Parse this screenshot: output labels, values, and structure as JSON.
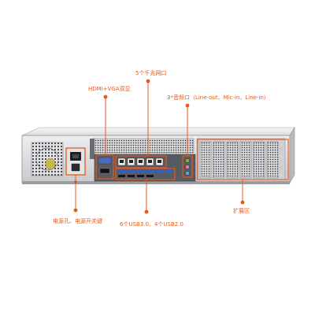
{
  "labels": {
    "gigabit_ports": "5个千兆网口",
    "display": "HDMI+VGA双显",
    "audio": "3*音频口（Line-out、Mic-in、Line-in）",
    "power": "电源孔、电源开关键",
    "usb": "6个USB3.0、4个USB2.0",
    "expansion": "扩展区"
  },
  "colors": {
    "accent": "#e8591a",
    "chassis": "#d9d9dc",
    "chassis_dark": "#8f9196",
    "panel": "#3a3b3f"
  }
}
